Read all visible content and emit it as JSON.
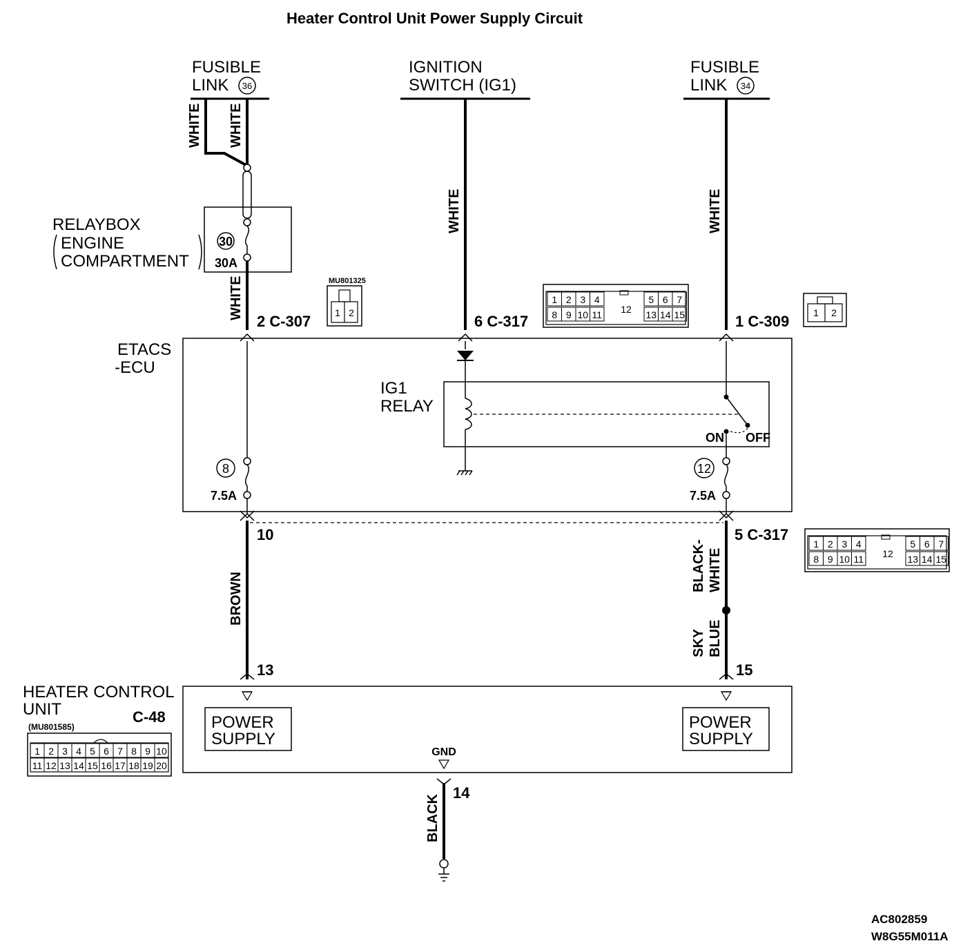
{
  "title": "Heater Control Unit Power Supply Circuit",
  "sources": {
    "fusible_link_36": {
      "line1": "FUSIBLE",
      "line2": "LINK",
      "num": "36"
    },
    "ignition_switch": {
      "line1": "IGNITION",
      "line2": "SWITCH (IG1)"
    },
    "fusible_link_34": {
      "line1": "FUSIBLE",
      "line2": "LINK",
      "num": "34"
    }
  },
  "relaybox": {
    "line1": "RELAYBOX",
    "line2": "ENGINE",
    "line3": "COMPARTMENT",
    "fuse_num": "30",
    "fuse_rating": "30A"
  },
  "etacs": {
    "line1": "ETACS",
    "line2": "-ECU",
    "relay_line1": "IG1",
    "relay_line2": "RELAY",
    "on": "ON",
    "off": "OFF",
    "fuse_left_num": "8",
    "fuse_left_rating": "7.5A",
    "fuse_right_num": "12",
    "fuse_right_rating": "7.5A"
  },
  "connectors": {
    "c307": "2 C-307",
    "c317_top": "6 C-317",
    "c309": "1 C-309",
    "c317_bottom": "5 C-317",
    "pin_10": "10",
    "pin_13": "13",
    "pin_15": "15",
    "pin_14": "14",
    "mu801325": "MU801325",
    "mu801585": "(MU801585)",
    "c48": "C-48"
  },
  "connector_pins": {
    "two": [
      "1",
      "2"
    ],
    "c317_row1": [
      "1",
      "2",
      "3",
      "4",
      "5",
      "6",
      "7"
    ],
    "c317_row2": [
      "8",
      "9",
      "10",
      "11",
      "13",
      "14",
      "15"
    ],
    "c317_center": "12",
    "c48_row1": [
      "1",
      "2",
      "3",
      "4",
      "5",
      "6",
      "7",
      "8",
      "9",
      "10"
    ],
    "c48_row2": [
      "11",
      "12",
      "13",
      "14",
      "15",
      "16",
      "17",
      "18",
      "19",
      "20"
    ]
  },
  "wires": {
    "white": "WHITE",
    "brown": "BROWN",
    "black_white_1": "BLACK-",
    "black_white_2": "WHITE",
    "sky_blue_1": "SKY",
    "sky_blue_2": "BLUE",
    "black": "BLACK"
  },
  "heater_control_unit": {
    "line1": "HEATER CONTROL",
    "line2": "UNIT",
    "ps_line1": "POWER",
    "ps_line2": "SUPPLY",
    "gnd": "GND"
  },
  "codes": {
    "code1": "AC802859",
    "code2": "W8G55M011A"
  }
}
